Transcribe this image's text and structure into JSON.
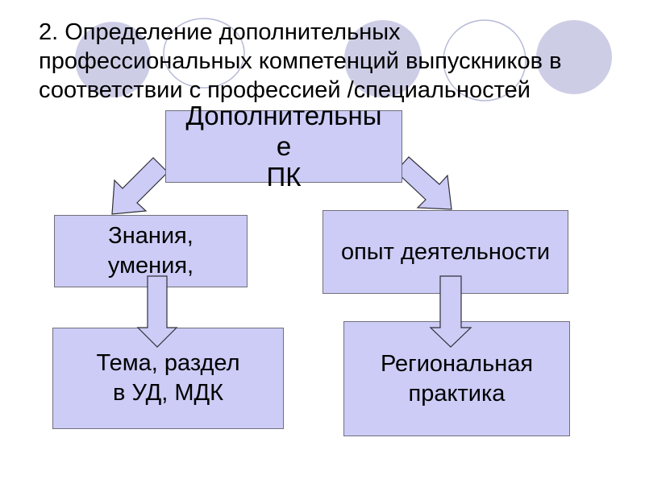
{
  "slide": {
    "title": "2. Определение дополнительных\nпрофессиональных компетенций выпускников в\nсоответствии с профессией /специальностей"
  },
  "diagram": {
    "nodes": [
      {
        "id": "root",
        "text": "Дополнительны\nе\nПК"
      },
      {
        "id": "knowledge",
        "text": "Знания,\nумения,"
      },
      {
        "id": "experience",
        "text": "опыт деятельности"
      },
      {
        "id": "topic",
        "text": "Тема, раздел\nв УД, МДК"
      },
      {
        "id": "practice",
        "text": "Региональная\nпрактика"
      }
    ],
    "edges": [
      {
        "from": "root",
        "to": "knowledge"
      },
      {
        "from": "root",
        "to": "experience"
      },
      {
        "from": "knowledge",
        "to": "topic"
      },
      {
        "from": "experience",
        "to": "practice"
      }
    ]
  },
  "colors": {
    "background": "#ffffff",
    "text_color": "#000000",
    "box_fill": "#ccccf6",
    "box_border": "#70707c",
    "arrow_fill": "#ccccf6",
    "arrow_stroke": "#2f2f38",
    "circle_fill": "#cdcde6",
    "circle_stroke": "#b7bbd6"
  }
}
